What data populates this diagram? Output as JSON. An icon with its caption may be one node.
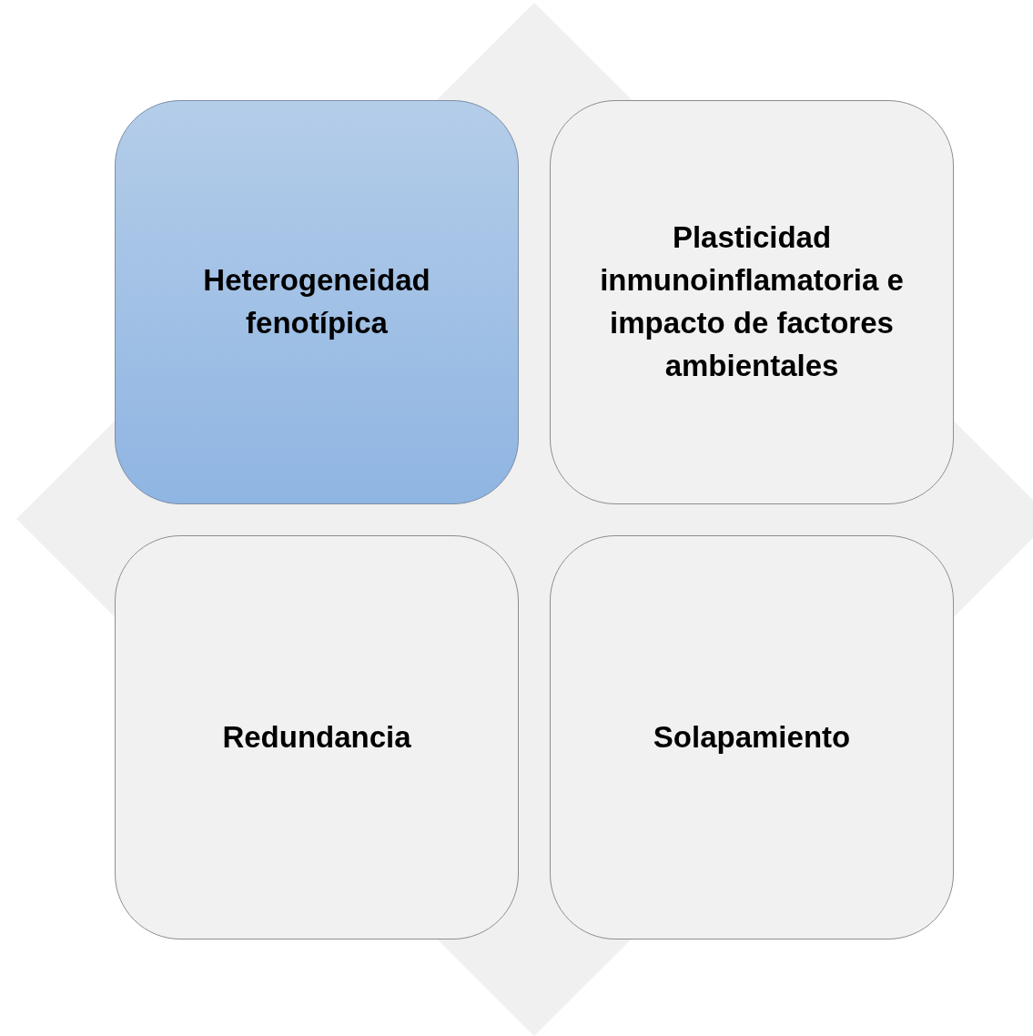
{
  "diagram": {
    "nodes": [
      {
        "text": [
          "Heterogeneidad fenotípica"
        ]
      },
      {
        "text": [
          "Plasticidad inmunoinflamatoria e impacto de factores ambientales"
        ]
      },
      {
        "text": [
          "Redundancia"
        ]
      },
      {
        "text": [
          "Solapamiento"
        ]
      }
    ]
  }
}
